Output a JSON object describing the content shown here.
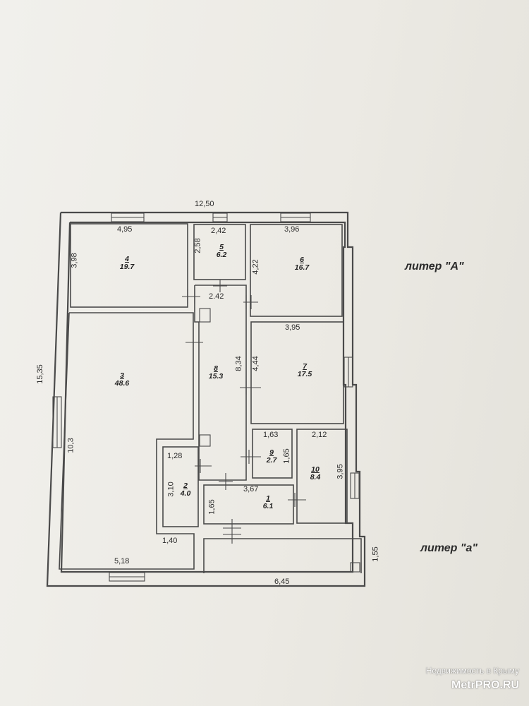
{
  "plan": {
    "labels": {
      "liter_A": "литер \"А\"",
      "liter_a": "литер \"а\""
    },
    "dimensions": {
      "top_total": "12,50",
      "left_total": "15,35",
      "bottom_a": "6,45",
      "right_a": "1,55",
      "r4_w": "4,95",
      "r4_h": "3,98",
      "r5_w": "2,42",
      "r5_h": "2,58",
      "r6_w": "3,96",
      "r6_h": "4,22",
      "r8_w": "2.42",
      "r8_h": "8,34",
      "r7_w": "3,95",
      "r7_h": "4,44",
      "r3_h": "10,3",
      "r3_bottom": "5,18",
      "r2_w": "1,28",
      "r2_h": "3,10",
      "r2_bottom": "1,40",
      "r9_w": "1,63",
      "r9_h": "1,65",
      "r10_w": "2,12",
      "r10_h": "3,95",
      "r1_w": "3,67",
      "r1_h": "1,65"
    },
    "rooms": [
      {
        "num": "1",
        "area": "6.1"
      },
      {
        "num": "2",
        "area": "4.0"
      },
      {
        "num": "3",
        "area": "48.6"
      },
      {
        "num": "4",
        "area": "19.7"
      },
      {
        "num": "5",
        "area": "6.2"
      },
      {
        "num": "6",
        "area": "16.7"
      },
      {
        "num": "7",
        "area": "17.5"
      },
      {
        "num": "8",
        "area": "15.3"
      },
      {
        "num": "9",
        "area": "2.7"
      },
      {
        "num": "10",
        "area": "8.4"
      }
    ]
  },
  "watermark": {
    "line1": "Недвижимость в Крыму",
    "line2": "MetrPRO.RU"
  }
}
